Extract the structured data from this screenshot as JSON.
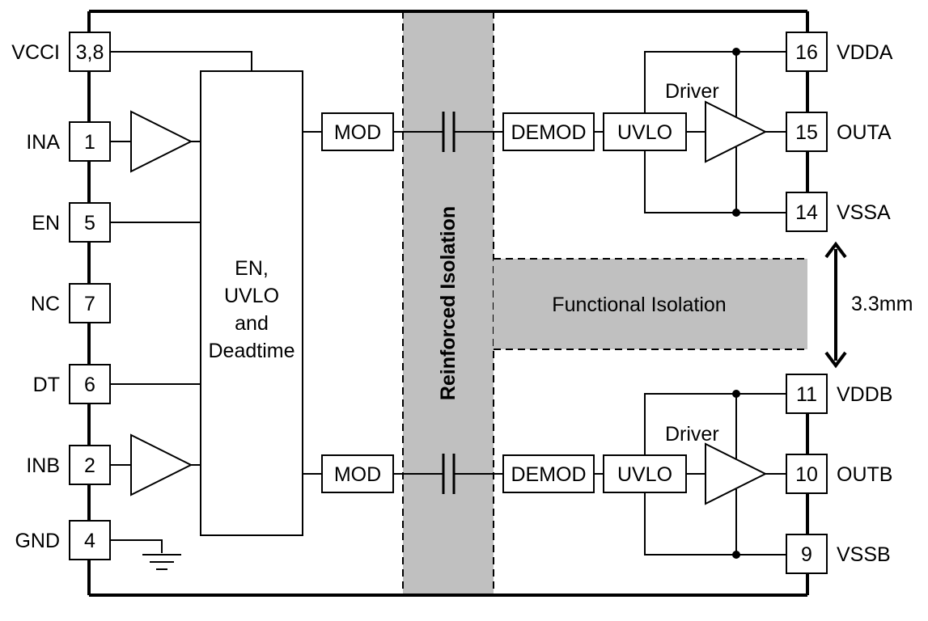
{
  "left_pins": [
    {
      "name": "VCCI",
      "number": "3,8"
    },
    {
      "name": "INA",
      "number": "1"
    },
    {
      "name": "EN",
      "number": "5"
    },
    {
      "name": "NC",
      "number": "7"
    },
    {
      "name": "DT",
      "number": "6"
    },
    {
      "name": "INB",
      "number": "2"
    },
    {
      "name": "GND",
      "number": "4"
    }
  ],
  "right_pins": [
    {
      "name": "VDDA",
      "number": "16"
    },
    {
      "name": "OUTA",
      "number": "15"
    },
    {
      "name": "VSSA",
      "number": "14"
    },
    {
      "name": "VDDB",
      "number": "11"
    },
    {
      "name": "OUTB",
      "number": "10"
    },
    {
      "name": "VSSB",
      "number": "9"
    }
  ],
  "control_block": {
    "lines": [
      "EN,",
      "UVLO",
      "and",
      "Deadtime"
    ]
  },
  "blocks": {
    "mod_a": "MOD",
    "mod_b": "MOD",
    "demod_a": "DEMOD",
    "demod_b": "DEMOD",
    "uvlo_a": "UVLO",
    "uvlo_b": "UVLO"
  },
  "driver_a_label": "Driver",
  "driver_b_label": "Driver",
  "reinforced_isolation_label": "Reinforced Isolation",
  "functional_isolation_label": "Functional Isolation",
  "spacing_label": "3.3mm",
  "colors": {
    "isolation_fill": "#c0c0c0",
    "line": "#000000"
  }
}
